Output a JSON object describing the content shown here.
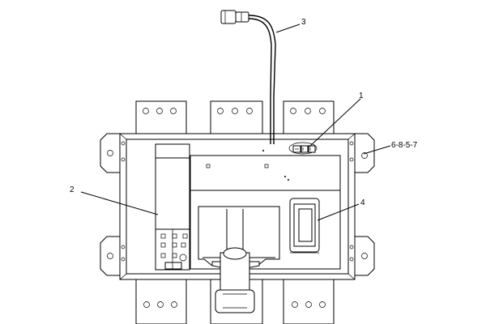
{
  "callouts": {
    "c1": "1",
    "c2": "2",
    "c3": "3",
    "c4": "4",
    "c5": "6-8-5-7"
  },
  "colors": {
    "line": "#000000",
    "background": "#ffffff"
  }
}
